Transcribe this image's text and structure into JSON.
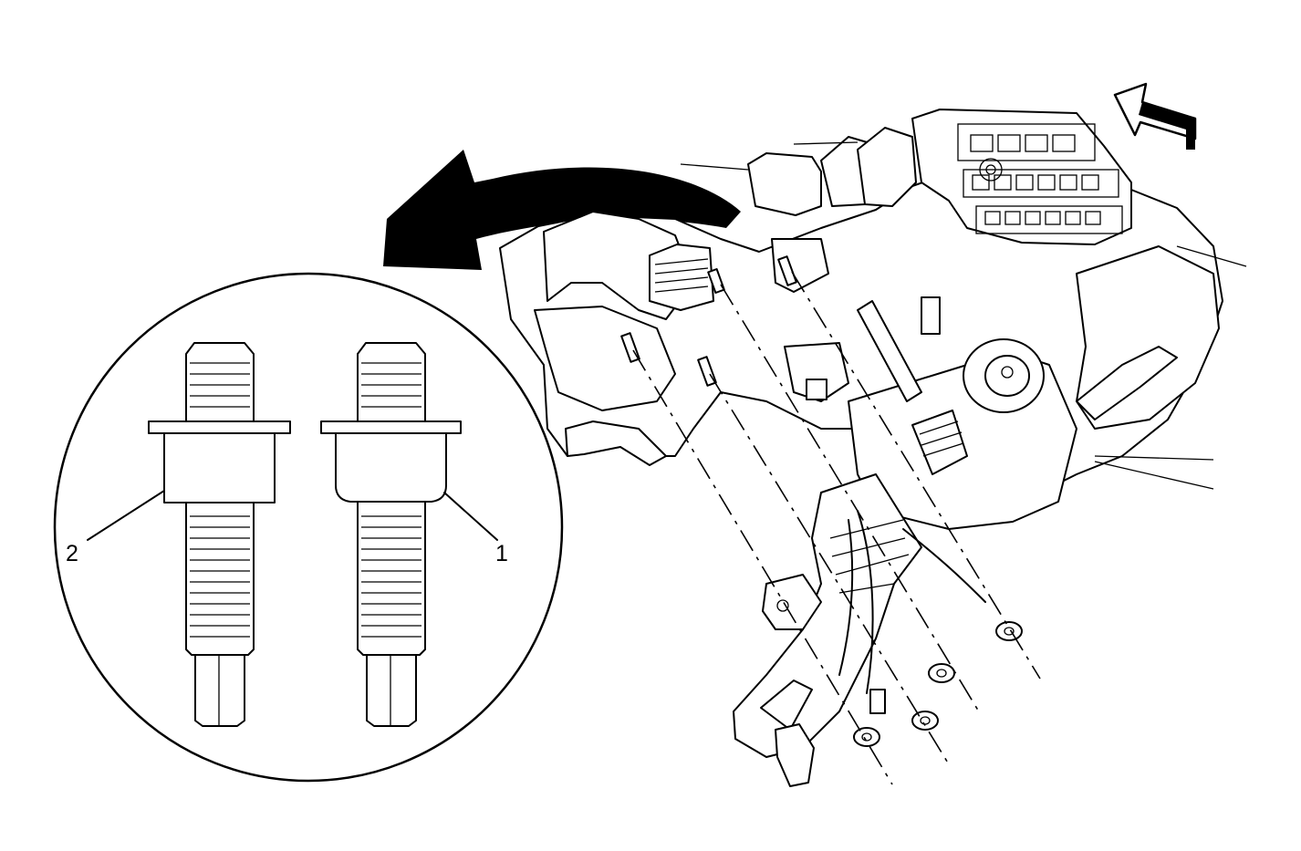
{
  "diagram": {
    "callouts": [
      {
        "id": "1",
        "label": "1"
      },
      {
        "id": "2",
        "label": "2"
      }
    ],
    "colors": {
      "ink": "#000000",
      "background": "#ffffff"
    },
    "icons": [
      "rotation-arrow-icon",
      "direction-arrow-icon"
    ]
  }
}
